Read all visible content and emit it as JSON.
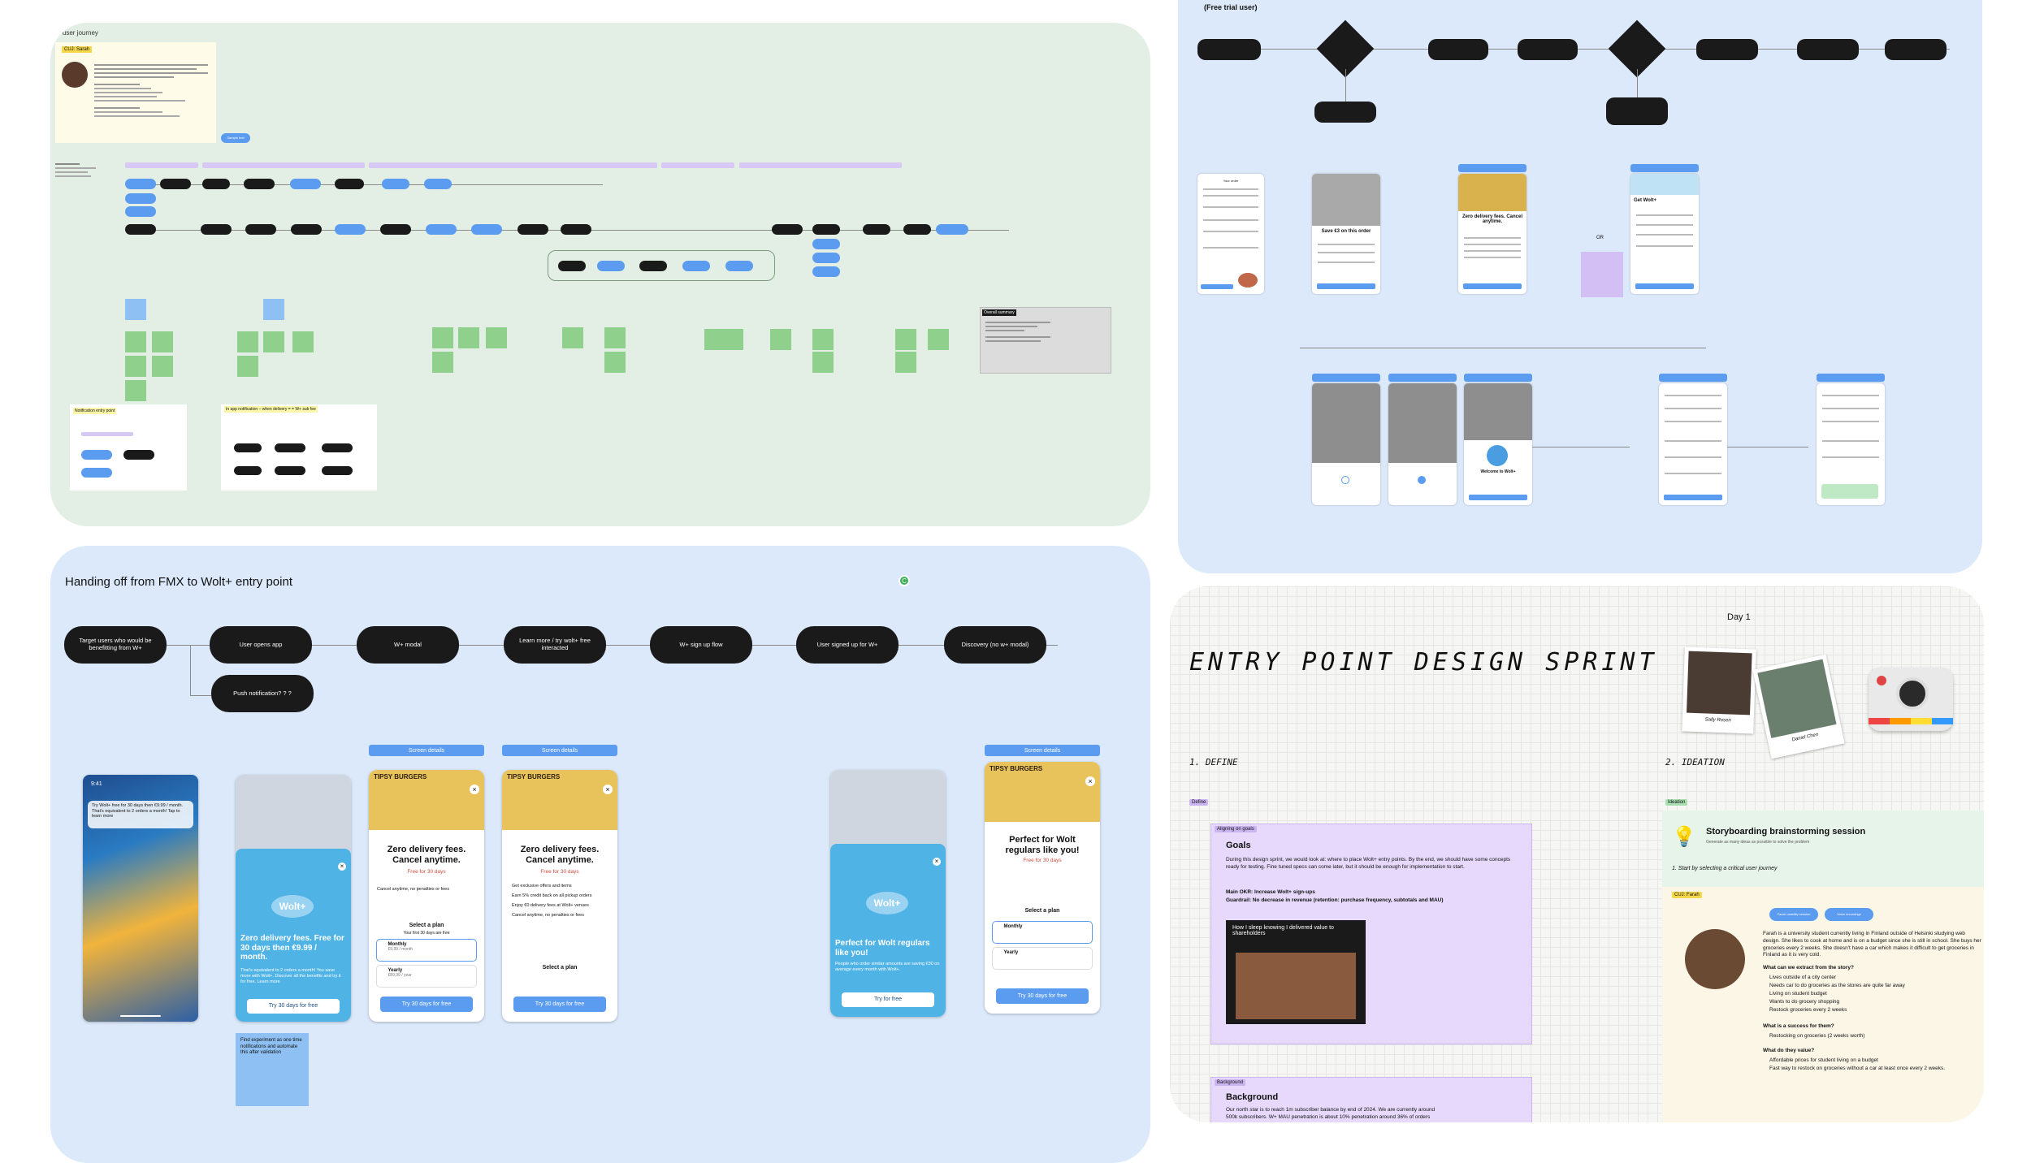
{
  "board_journey": {
    "title": "r user journey",
    "persona_tag": "CUJ: Sarah",
    "action_chip": "Sample text",
    "notification_entry_label": "Notification entry point",
    "inapp_notification_label": "In app notification – when delivery = = W+ sub fee",
    "overall_summary_label": "Overall summary"
  },
  "board_flow_top": {
    "header": "(Free trial user)",
    "or_label": "OR",
    "welcome_label": "Welcome to Wolt+",
    "save_label": "Save €3 on this order",
    "zero_label": "Zero delivery fees. Cancel anytime.",
    "get_label": "Get Wolt+",
    "your_order": "Your order"
  },
  "board_handoff": {
    "title": "Handing off from FMX to Wolt+ entry point",
    "avatar_initial": "C",
    "flow_steps": [
      "Target users who would be benefitting from W+",
      "User opens app",
      "W+ modal",
      "Learn more / try wolt+ free interacted",
      "W+ sign up flow",
      "User signed up for W+",
      "Discovery (no w+ modal)"
    ],
    "push_notification": "Push notification? ? ?",
    "screen_details": "Screen details",
    "lock_time": "9:41",
    "notification_text": "Try Wolt+ free for 30 days then €9.99 / month. That's equivalent to 2 orders a month! Tap to learn more",
    "phone2": {
      "title": "Zero delivery fees. Free for 30 days then €9.99 / month.",
      "body": "That's equivalent to 2 orders a month! You save more with Wolt+. Discover all the benefits and try it for free. Learn more",
      "cta": "Try 30 days for free",
      "brand": "Wolt+"
    },
    "phone3": {
      "banner": "TIPSY BURGERS",
      "title": "Zero delivery fees. Cancel anytime.",
      "sub": "Free for 30 days",
      "benefit": "Cancel anytime, no penalties or fees",
      "select_plan": "Select a plan",
      "select_sub": "Your first 30 days are free",
      "monthly": "Monthly",
      "monthly_price": "€9,99 / month",
      "yearly": "Yearly",
      "yearly_price": "€89,99 / year",
      "cta": "Try 30 days for free"
    },
    "phone4": {
      "banner": "TIPSY BURGERS",
      "title": "Zero delivery fees. Cancel anytime.",
      "sub": "Free for 30 days",
      "benefits": [
        "Get exclusive offers and items",
        "Earn 5% credit back on all pickup orders",
        "Enjoy €0 delivery fees at Wolt+ venues",
        "Cancel anytime, no penalties or fees"
      ],
      "select_plan": "Select a plan",
      "cta": "Try 30 days for free"
    },
    "phone5": {
      "title": "Perfect for Wolt regulars like you!",
      "body": "People who order similar amounts are saving €30 on average every month with Wolt+.",
      "cta": "Try for free",
      "brand": "Wolt+"
    },
    "phone6": {
      "banner": "TIPSY BURGERS",
      "title": "Perfect for Wolt regulars like you!",
      "sub": "Free for 30 days",
      "select_plan": "Select a plan",
      "monthly": "Monthly",
      "yearly": "Yearly",
      "cta": "Try 30 days for free"
    },
    "sticky_note": "Find experiment as one time notifications and automate this after validation"
  },
  "board_sprint": {
    "title": "ENTRY POINT DESIGN SPRINT",
    "day_label": "Day 1",
    "section1": "1. DEFINE",
    "section2": "2. IDEATION",
    "photo1_caption": "Sally Rosen",
    "photo2_caption": "Daniel Chen",
    "define_tag": "Define",
    "ideation_tag": "Ideation",
    "goals_tag": "Aligning on goals",
    "goals_title": "Goals",
    "goals_body": "During this design sprint, we would look at: where to place Wolt+ entry points. By the end, we should have some concepts ready for testing. Fine tuned specs can come later, but it should be enough for implementation to start.",
    "goals_okr": "Main OKR: Increase Wolt+ sign-ups",
    "goals_guardrail": "Guardrail: No decrease in revenue (retention: purchase frequency, subtotals and MAU)",
    "meme_caption": "How I sleep knowing I delivered value to shareholders",
    "background_tag": "Background",
    "background_title": "Background",
    "background_body": "Our north star is to reach 1m subscriber balance by end of 2024. We are currently around 500k subscribers. W+ MAU penetration is about 10% penetration around 36% of orders",
    "story_title": "Storyboarding brainstorming session",
    "story_sub": "Generate as many ideas as possible to solve the problem",
    "story_step": "1. Start by selecting a critical user journey",
    "cuj_tag": "CUJ: Farah",
    "chip1": "Farah usability session",
    "chip2": "Voice recordings",
    "farah_body": "Farah is a university student currently living in Finland outside of Helsinki studying web design. She likes to cook at home and is on a budget since she is still in school. She buys her groceries every 2 weeks. She doesn't have a car which makes it difficult to get groceries in Finland as it is very cold.",
    "extract_title": "What can we extract from the story?",
    "extract_items": [
      "Lives outside of a city center",
      "Needs car to do groceries as the stores are quite far away",
      "Living on student budget",
      "Wants to do grocery shopping",
      "Restock groceries every 2 weeks"
    ],
    "success_title": "What is a success for them?",
    "success_items": [
      "Restocking on groceries (2 weeks worth)"
    ],
    "value_title": "What do they value?",
    "value_items": [
      "Affordable prices for student living on a budget",
      "Fast way to restock on groceries without a car at least once every 2 weeks."
    ]
  },
  "colors": {
    "green_board": "#e3efe4",
    "blue_board": "#dbe9fb",
    "pill": "#1a1a1a",
    "accent_blue": "#5b9cf0",
    "sticky_green": "#8fd18c",
    "lavender": "#d4bff4"
  }
}
